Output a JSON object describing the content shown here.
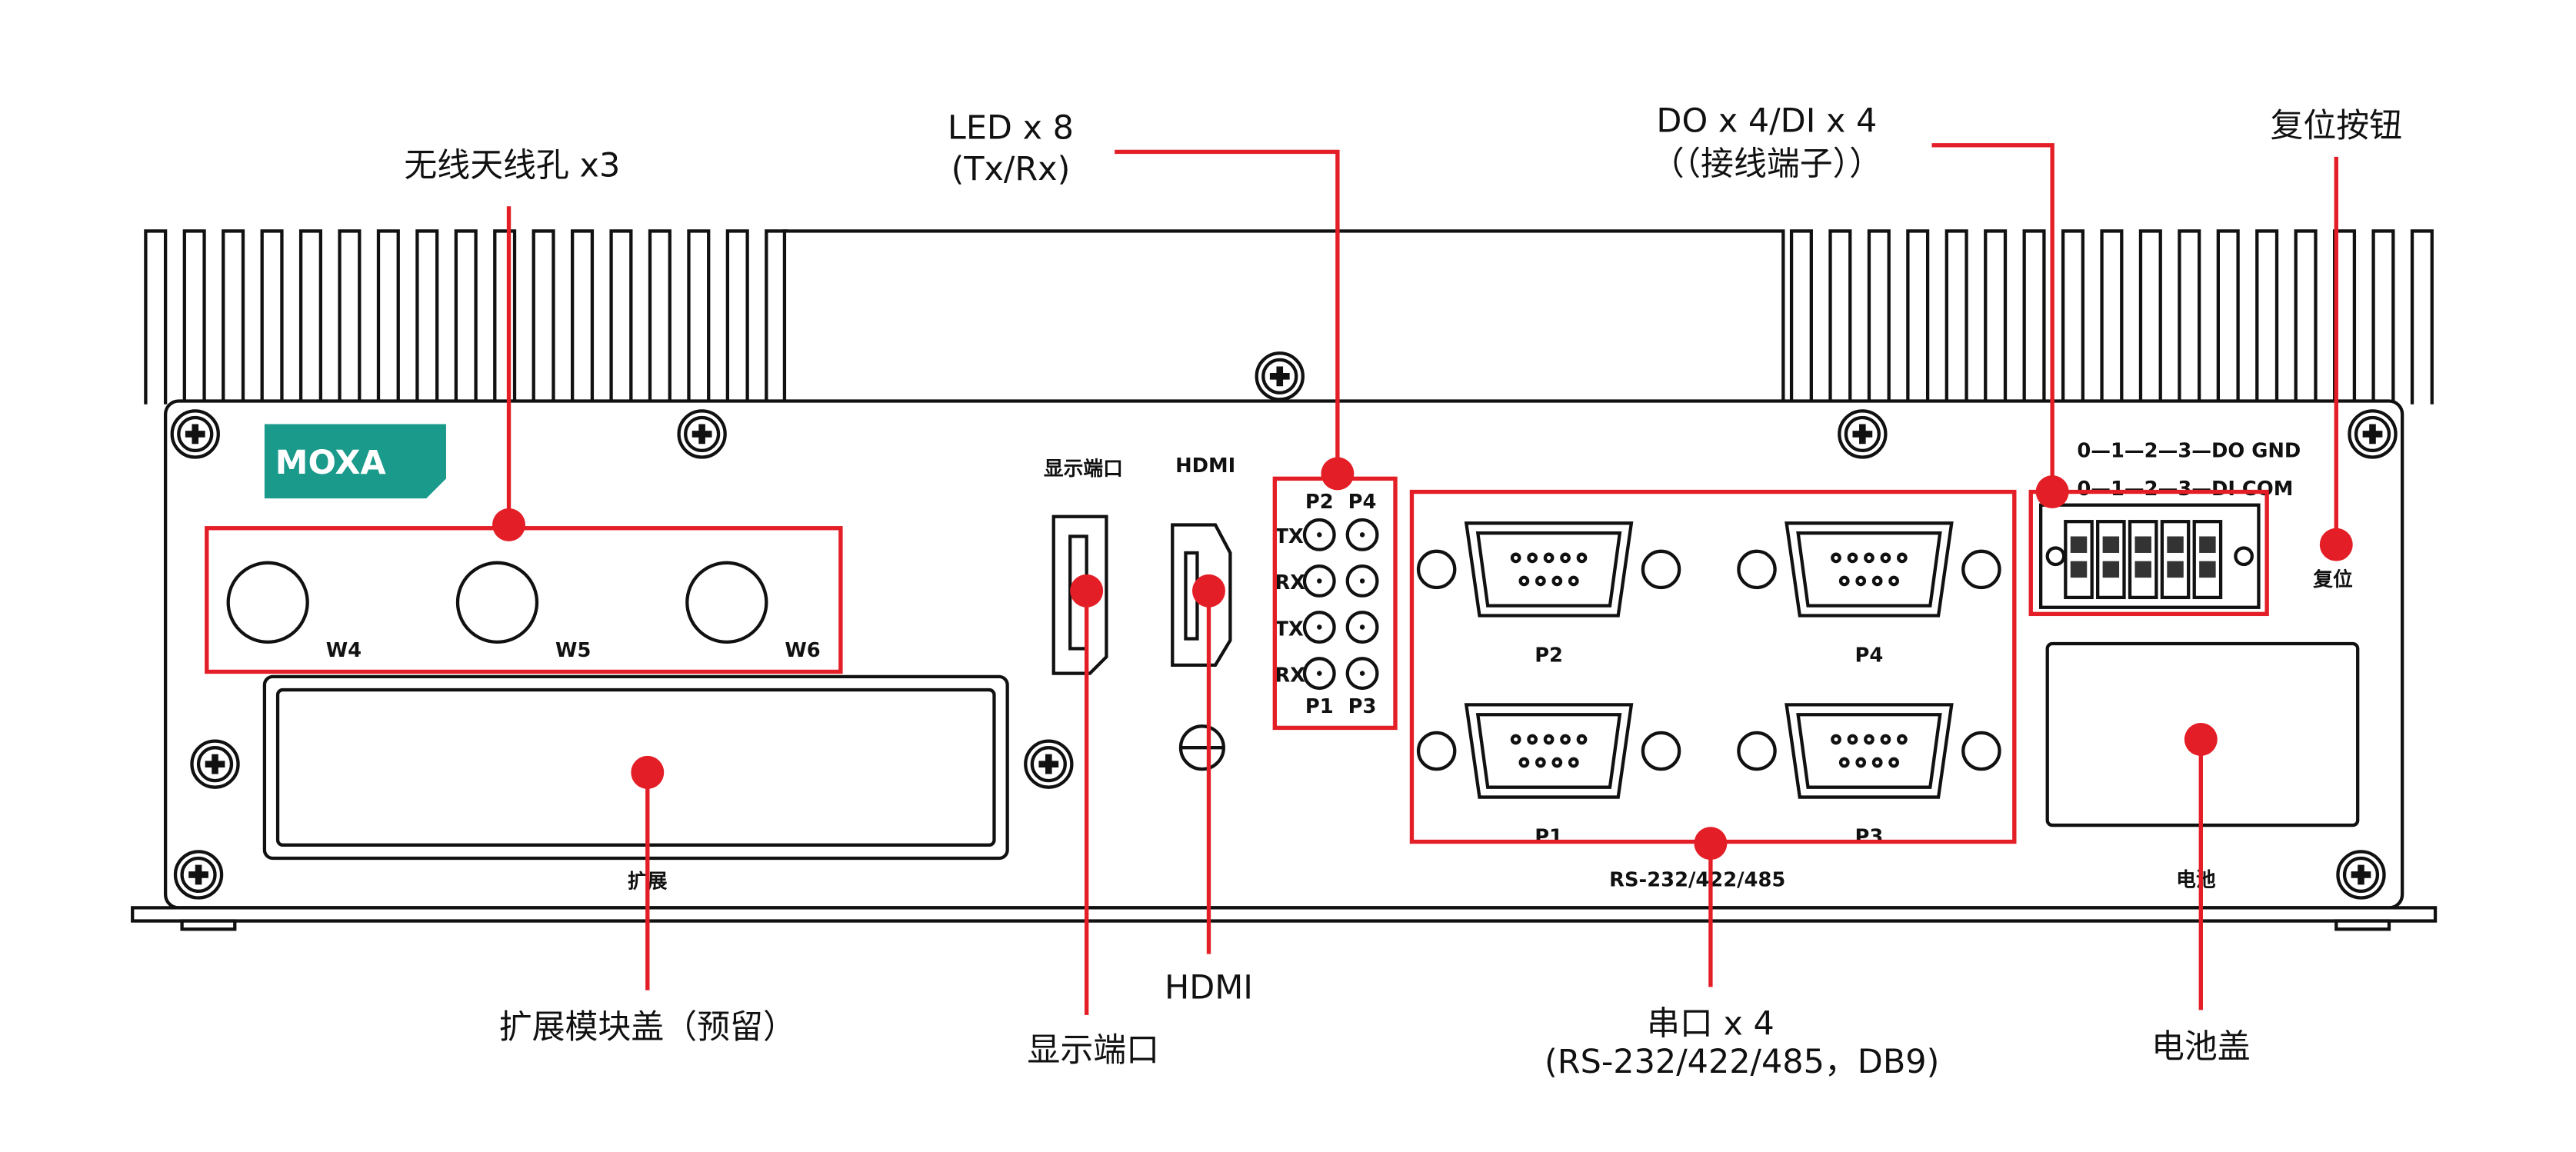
{
  "colors": {
    "callout": "#e41e26",
    "logo": "#1a9a8a",
    "outline": "#111111"
  },
  "logo": {
    "text": "MOXA"
  },
  "panel": {
    "antennas": [
      "W4",
      "W5",
      "W6"
    ],
    "expansion_label": "扩展",
    "dp_label": "显示端口",
    "hdmi_label": "HDMI",
    "led": {
      "top": [
        "P2",
        "P4"
      ],
      "bottom": [
        "P1",
        "P3"
      ],
      "rows": [
        "TX",
        "RX",
        "TX",
        "RX"
      ]
    },
    "serial_ports": [
      "P2",
      "P4",
      "P1",
      "P3"
    ],
    "serial_label": "RS-232/422/485",
    "dio_line1": "0—1—2—3—DO GND",
    "dio_line2": "0—1—2—3—DI COM",
    "reset_label": "复位",
    "battery_label": "电池"
  },
  "callouts": {
    "antenna": "无线天线孔 x3",
    "led_1": "LED x 8",
    "led_2": "(Tx/Rx)",
    "dio_1": "DO x 4/DI x 4",
    "dio_2": "（（接线端子））",
    "reset": "复位按钮",
    "expansion": "扩展模块盖（预留）",
    "dp": "显示端口",
    "hdmi": "HDMI",
    "serial_1": "串口 x 4",
    "serial_2": "(RS-232/422/485，DB9)",
    "battery": "电池盖"
  }
}
